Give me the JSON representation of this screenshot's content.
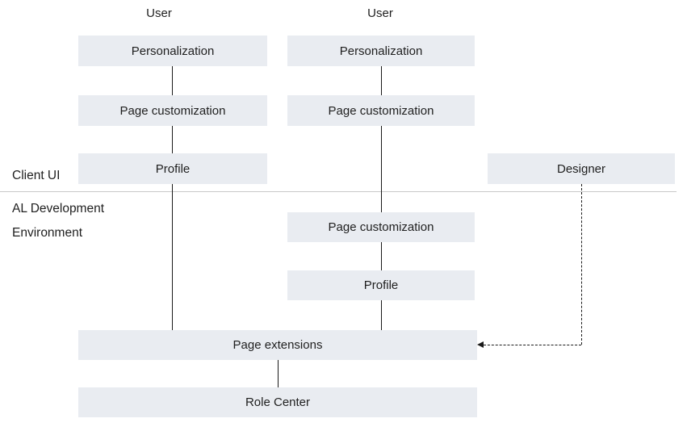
{
  "diagram": {
    "top_labels": {
      "user_left": "User",
      "user_right": "User"
    },
    "section_labels": {
      "client_ui": "Client UI",
      "al_dev_line1": "AL Development",
      "al_dev_line2": "Environment"
    },
    "boxes": {
      "personalization_left": "Personalization",
      "personalization_middle": "Personalization",
      "page_customization_left": "Page customization",
      "page_customization_middle": "Page customization",
      "profile_left": "Profile",
      "designer": "Designer",
      "page_customization_al": "Page customization",
      "profile_al": "Profile",
      "page_extensions": "Page extensions",
      "role_center": "Role Center"
    },
    "colors": {
      "box_fill": "#e9ecf1",
      "divider": "#c9c9c9",
      "line": "#1a1a1a",
      "text": "#1f1f1f",
      "background": "#ffffff"
    }
  }
}
